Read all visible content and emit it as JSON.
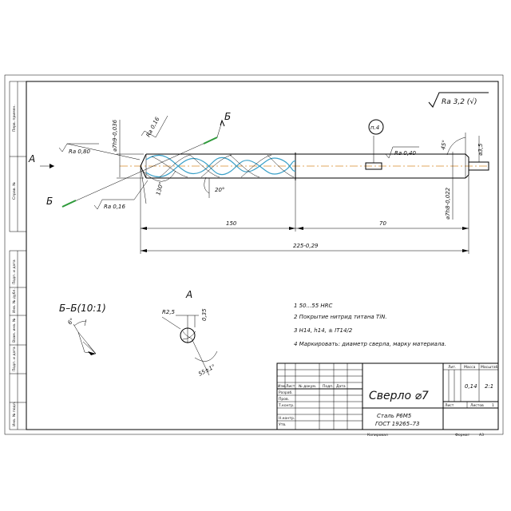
{
  "surface_roughness": {
    "sheet_ra": "Ra 3,2 (√)",
    "ra_080": "Ra 0,80",
    "ra_040": "Ra 0,40",
    "ra_016_tip": "Ra 0,16",
    "ra_016_angle": "Ra 0,16"
  },
  "dimensions": {
    "tip_diameter": "⌀7h9-0,036",
    "shank_diameter": "⌀7h8-0,022",
    "shank_end_diameter": "⌀3,5",
    "point_angle": "130°",
    "helix_angle": "20°",
    "chamfer": "45°",
    "flute_length": "150",
    "shank_length": "70",
    "total_length": "225-0,29"
  },
  "section_marks": {
    "b_top": "Б",
    "b_bottom": "Б",
    "a_arrow": "А"
  },
  "mark_bubble": "п.4",
  "section_view": {
    "title": "Б–Б(10:1)",
    "angle": "6°"
  },
  "detail_view": {
    "title": "А",
    "radius": "R2,5",
    "dim": "0,35",
    "angle": "55±1°"
  },
  "notes": [
    "1 50...55 HRC",
    "2 Покрытие нитрид титана TiN.",
    "3 H14, h14, ± IT14/2",
    "4 Маркировать: диаметр сверла, марку материала."
  ],
  "title_block": {
    "name": "Сверло ⌀7",
    "material_line1": "Сталь Р6М5",
    "material_line2": "ГОСТ 19265–73",
    "lit_header": "Лит.",
    "mass_header": "Масса",
    "scale_header": "Масштаб",
    "mass": "0,14",
    "scale": "2:1",
    "sheet_label": "Лист",
    "sheets_label": "Листов",
    "sheets_count": "1",
    "row_labels": [
      "Изм.",
      "Лист",
      "№ докум.",
      "Подп.",
      "Дата"
    ],
    "roles": [
      "Разраб.",
      "Пров.",
      "Т.контр.",
      "",
      "Н.контр.",
      "Утв."
    ],
    "copied": "Копировал",
    "format": "Формат",
    "format_value": "А3"
  },
  "side_strip": [
    "Перв. примен.",
    "Справ. №",
    "Подп. и дата",
    "Инв. № дубл.",
    "Взам. инв. №",
    "Подп. и дата",
    "Инв. № подл."
  ]
}
